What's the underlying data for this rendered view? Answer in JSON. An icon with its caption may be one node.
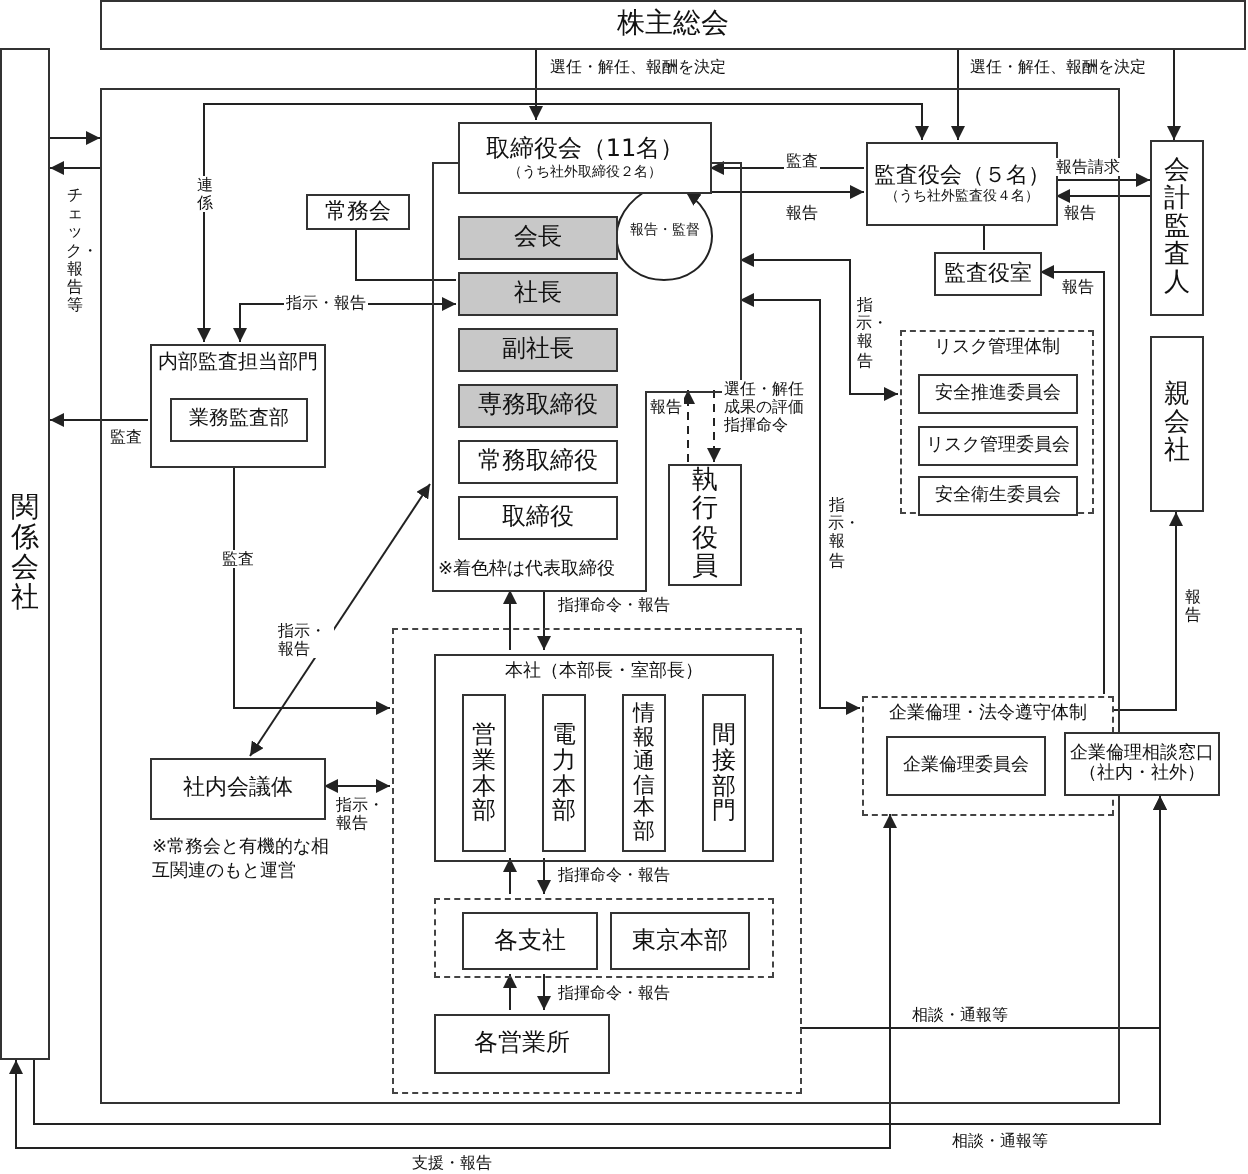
{
  "diagram": {
    "nodes": [
      {
        "text": [
          "株主総会"
        ]
      },
      {
        "text": [],
        "shape": "box"
      },
      {
        "text": [
          "関係会社"
        ]
      },
      {
        "text": [
          "取締役会（11名）",
          "（うち社外取締役２名）"
        ],
        "in": 1
      },
      {
        "text": [
          "※着色枠は代表取締役"
        ],
        "in": 1
      },
      {
        "text": [
          "会長"
        ],
        "in": 4
      },
      {
        "text": [
          "社長"
        ],
        "in": 4
      },
      {
        "text": [
          "副社長"
        ],
        "in": 4
      },
      {
        "text": [
          "専務取締役"
        ],
        "in": 4
      },
      {
        "text": [
          "常務取締役"
        ],
        "in": 4
      },
      {
        "text": [
          "取締役"
        ],
        "in": 4
      },
      {
        "text": [
          "常務会"
        ],
        "in": 1
      },
      {
        "text": [
          "監査役会（５名）",
          "（うち社外監査役４名）"
        ],
        "in": 1
      },
      {
        "text": [
          "監査役室"
        ],
        "in": 1
      },
      {
        "text": [
          "会計監査人"
        ]
      },
      {
        "text": [
          "親会社"
        ]
      },
      {
        "text": [
          "内部監査担当部門"
        ],
        "in": 1
      },
      {
        "text": [
          "業務監査部"
        ],
        "in": 16
      },
      {
        "text": [
          "執行役員"
        ],
        "in": 1
      },
      {
        "text": [
          "リスク管理体制"
        ],
        "in": 1
      },
      {
        "text": [
          "安全推進委員会"
        ],
        "in": 19
      },
      {
        "text": [
          "リスク管理委員会"
        ],
        "in": 19
      },
      {
        "text": [
          "安全衛生委員会"
        ],
        "in": 19
      },
      {
        "text": [],
        "shape": "box",
        "in": 1
      },
      {
        "text": [
          "本社（本部長・室部長）"
        ],
        "in": 23
      },
      {
        "text": [
          "営業本部"
        ],
        "in": 24
      },
      {
        "text": [
          "電力本部"
        ],
        "in": 24
      },
      {
        "text": [
          "情報通信本部"
        ],
        "in": 24
      },
      {
        "text": [
          "間接部門"
        ],
        "in": 24
      },
      {
        "text": [],
        "shape": "box",
        "in": 23
      },
      {
        "text": [
          "各支社"
        ],
        "in": 29
      },
      {
        "text": [
          "東京本部"
        ],
        "in": 29
      },
      {
        "text": [
          "各営業所"
        ],
        "in": 23
      },
      {
        "text": [
          "社内会議体"
        ],
        "beside": [
          "※常務会と有機的な相互関連のもと運営"
        ],
        "in": 1
      },
      {
        "text": [
          "企業倫理・法令遵守体制"
        ],
        "in": 1
      },
      {
        "text": [
          "企業倫理委員会"
        ],
        "in": 34
      },
      {
        "text": [
          "企業倫理相談窓口（社内・社外）"
        ]
      }
    ],
    "edges": [
      {
        "from": 0,
        "to": 3,
        "arrow": "to",
        "label": "選任・解任、報酬を決定"
      },
      {
        "from": 0,
        "to": 12,
        "arrow": "to",
        "label": "選任・解任、報酬を決定"
      },
      {
        "from": 0,
        "to": 14,
        "arrow": "to"
      },
      {
        "from": 16,
        "to": 12,
        "arrow": "both",
        "label": "連係"
      },
      {
        "from": 2,
        "to": 1,
        "arrow": "to"
      },
      {
        "from": 1,
        "to": 2,
        "arrow": "to",
        "label": "チェック・報告等"
      },
      {
        "from": 12,
        "to": 3,
        "arrow": "to",
        "label": "監査"
      },
      {
        "from": 3,
        "to": 12,
        "arrow": "to",
        "label": "報告"
      },
      {
        "from": 3,
        "to": 3,
        "arrow": "to",
        "label": "報告・監督"
      },
      {
        "from": 12,
        "to": 14,
        "arrow": "to",
        "label": "報告請求"
      },
      {
        "from": 14,
        "to": 12,
        "arrow": "to",
        "label": "報告"
      },
      {
        "from": 12,
        "to": 13,
        "arrow": "none"
      },
      {
        "from": 11,
        "to": 6,
        "arrow": "none"
      },
      {
        "from": 6,
        "to": 16,
        "arrow": "both",
        "label": "指示・報告"
      },
      {
        "from": 16,
        "to": 2,
        "arrow": "to",
        "label": "監査"
      },
      {
        "from": 16,
        "to": 23,
        "arrow": "to",
        "label": "監査"
      },
      {
        "from": 4,
        "to": 19,
        "arrow": "both",
        "label": "指示・報告"
      },
      {
        "from": 4,
        "to": 34,
        "arrow": "both",
        "label": "指示・報告"
      },
      {
        "from": 18,
        "to": 4,
        "arrow": "to",
        "label": "報告",
        "style": "dashed"
      },
      {
        "from": 4,
        "to": 18,
        "arrow": "to",
        "label": "選任・解任成果の評価指揮命令",
        "style": "dashed"
      },
      {
        "from": 34,
        "to": 13,
        "arrow": "to",
        "label": "報告"
      },
      {
        "from": 34,
        "to": 15,
        "arrow": "to",
        "label": "報告"
      },
      {
        "from": 33,
        "to": 4,
        "arrow": "both",
        "label": "指示・報告"
      },
      {
        "from": 33,
        "to": 23,
        "arrow": "both",
        "label": "指示・報告"
      },
      {
        "from": 4,
        "to": 24,
        "arrow": "to",
        "label": "指揮命令・報告"
      },
      {
        "from": 24,
        "to": 4,
        "arrow": "to"
      },
      {
        "from": 24,
        "to": 29,
        "arrow": "to",
        "label": "指揮命令・報告"
      },
      {
        "from": 29,
        "to": 24,
        "arrow": "to"
      },
      {
        "from": 29,
        "to": 32,
        "arrow": "to",
        "label": "指揮命令・報告"
      },
      {
        "from": 32,
        "to": 29,
        "arrow": "to"
      },
      {
        "from": 23,
        "to": 36,
        "arrow": "to",
        "label": "相談・通報等"
      },
      {
        "from": 2,
        "to": 36,
        "arrow": "to",
        "label": "相談・通報等"
      },
      {
        "from": 34,
        "to": 2,
        "arrow": "both",
        "label": "支援・報告"
      }
    ]
  }
}
